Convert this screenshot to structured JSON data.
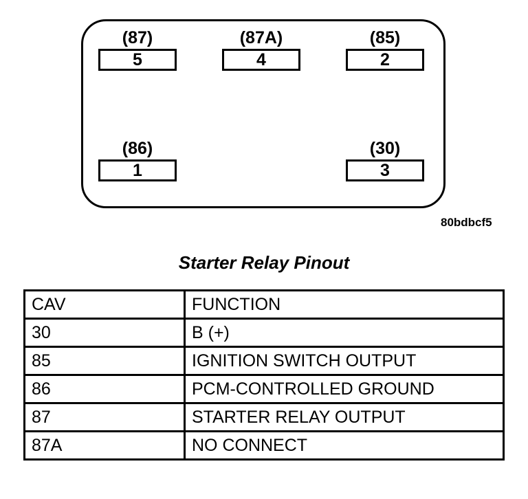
{
  "diagram": {
    "figure_code": "80bdbcf5",
    "pins": [
      {
        "terminal": "(87)",
        "cavity": "5"
      },
      {
        "terminal": "(87A)",
        "cavity": "4"
      },
      {
        "terminal": "(85)",
        "cavity": "2"
      },
      {
        "terminal": "(86)",
        "cavity": "1"
      },
      {
        "terminal": "(30)",
        "cavity": "3"
      }
    ]
  },
  "title": "Starter Relay Pinout",
  "table": {
    "headers": [
      "CAV",
      "FUNCTION"
    ],
    "rows": [
      [
        "30",
        "B (+)"
      ],
      [
        "85",
        "IGNITION SWITCH OUTPUT"
      ],
      [
        "86",
        "PCM-CONTROLLED GROUND"
      ],
      [
        "87",
        "STARTER RELAY OUTPUT"
      ],
      [
        "87A",
        "NO CONNECT"
      ]
    ]
  },
  "colors": {
    "ink": "#000000",
    "background": "#ffffff"
  }
}
